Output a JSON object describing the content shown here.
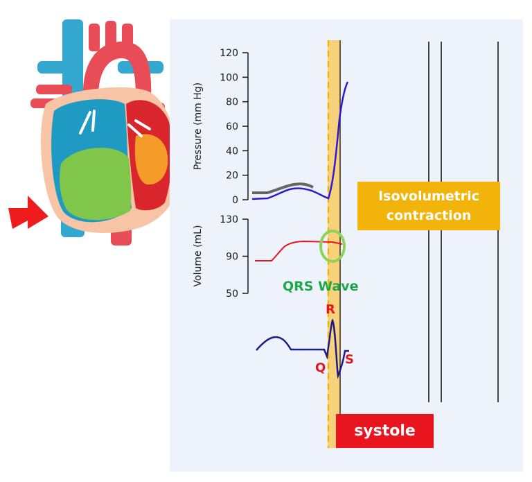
{
  "pressure_panel": {
    "ylabel": "Pressure (mm Hg)",
    "ticks": [
      "120",
      "100",
      "80",
      "60",
      "40",
      "20",
      "0"
    ]
  },
  "volume_panel": {
    "ylabel": "Volume (mL)",
    "ticks": [
      "130",
      "90",
      "50"
    ]
  },
  "phase_label": "Isovolumetric contraction",
  "cycle_label": "systole",
  "ecg": {
    "title": "QRS Wave",
    "q": "Q",
    "r": "R",
    "s": "S"
  },
  "colors": {
    "panel_bg": "#eef3fb",
    "highlight_band": "#f7d27a",
    "phase_box": "#f2b30a",
    "systole_box": "#e8141e",
    "qrs_text": "#1fa84a",
    "qrs_letters": "#e8141e",
    "aortic_pressure": "#666666",
    "ventricular_pressure": "#2a1ad6",
    "volume_curve": "#e8141e",
    "ecg_curve": "#1a1a8c",
    "marker_circle": "#8cd35a",
    "arrow": "#ee1c1c"
  }
}
